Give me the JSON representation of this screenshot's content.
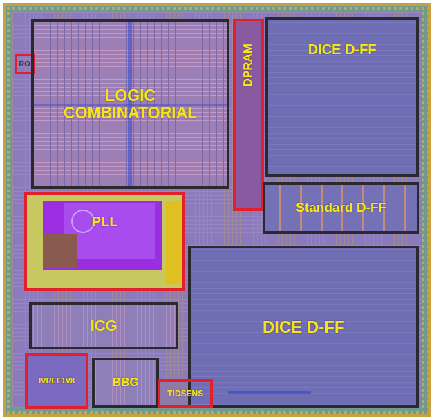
{
  "diagram": {
    "nodes": [
      {
        "text": [
          "RO"
        ]
      },
      {
        "text": [
          "LOGIC COMBINATORIAL"
        ]
      },
      {
        "text": [
          "DPRAM"
        ]
      },
      {
        "text": [
          "DICE D-FF"
        ]
      },
      {
        "text": [
          "Standard D-FF"
        ]
      },
      {
        "text": [
          "PLL"
        ]
      },
      {
        "text": [
          "DICE D-FF"
        ]
      },
      {
        "text": [
          "ICG"
        ]
      },
      {
        "text": [
          "IVREF1V8"
        ]
      },
      {
        "text": [
          "BBG"
        ]
      },
      {
        "text": [
          "TIDSENS"
        ]
      }
    ]
  }
}
